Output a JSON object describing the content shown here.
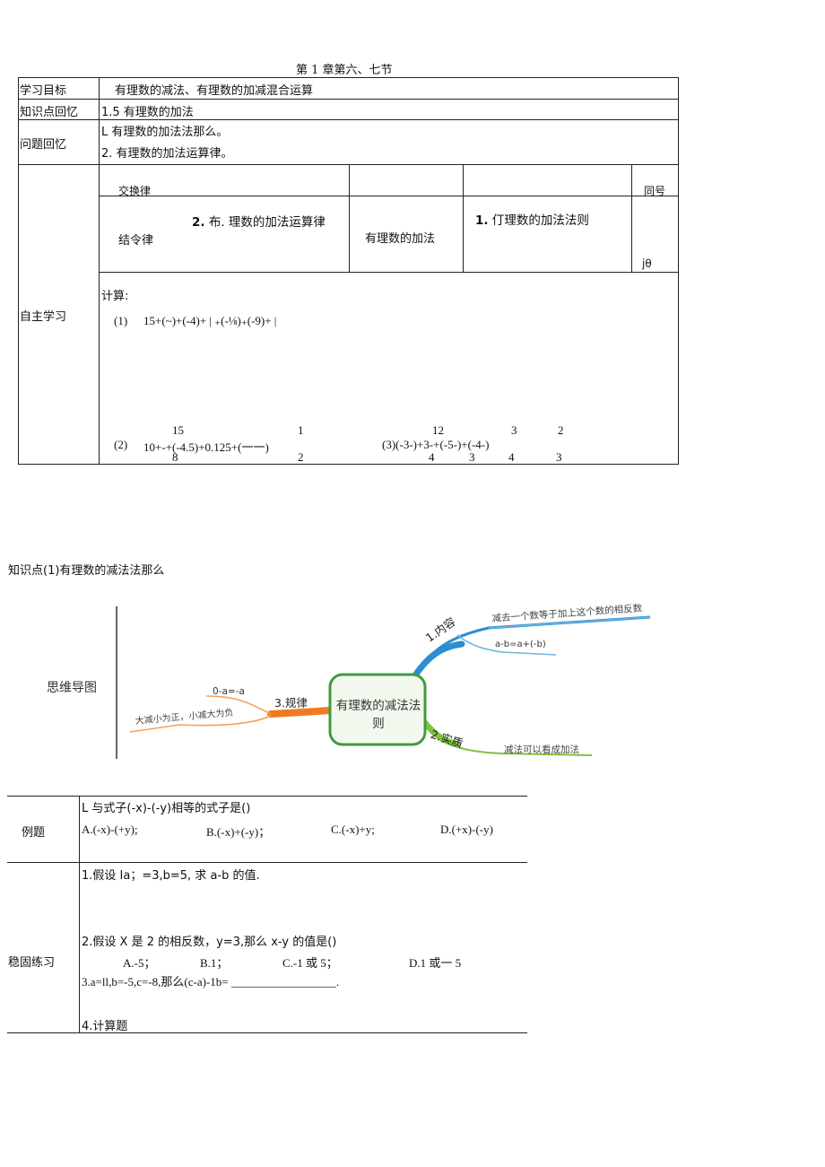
{
  "header": {
    "title": "第 1 章第六、七节"
  },
  "table1": {
    "goal_label": "学习目标",
    "goal_value": "有理数的减法、有理数的加减混合运算",
    "knowledge_label": "知识点回忆",
    "knowledge_value": "1.5 有理数的加法",
    "question_label": "问题回忆",
    "question_items": [
      "L 有理数的加法法那么。",
      "2. 有理数的加法运算律。"
    ],
    "self_label": "自主学习",
    "inner": {
      "commutative": "交换律",
      "same_sign": "同号",
      "law_title_num": "2.",
      "law_title": "布. 理数的加法运算律",
      "associative": "结令律",
      "addition": "有理数的加法",
      "rule_num": "1.",
      "rule_title": "仃理数的加法法则",
      "jtheta": "jθ"
    },
    "calc_label": "计算:",
    "calc1_num": "(1)",
    "calc1": "15+(~)+(-4)+ | ₊(-⅛)₊(-9)+ |",
    "calc2_num": "(2)",
    "calc2_top": "15",
    "calc2_main": "10+-+(-4.5)+0.125+(一一)",
    "calc2_bot": "8",
    "calc2_frac_top": "1",
    "calc2_frac_bot": "2",
    "calc3_top1": "12",
    "calc3_top2": "3",
    "calc3_top3": "2",
    "calc3_main": "(3)(-3-)+3-+(-5-)+(-4-)",
    "calc3_bot1": "4",
    "calc3_bot2": "3",
    "calc3_bot3": "4",
    "calc3_bot4": "3"
  },
  "section2": {
    "title": "知识点(1)有理数的减法法那么"
  },
  "mindmap": {
    "label": "思维导图",
    "center": "有理数的减法法则",
    "branch1": "1.内容",
    "branch1_a": "减去一个数等于加上这个数的相反数",
    "branch1_b": "a-b=a+(-b)",
    "branch2": "2.实质",
    "branch2_a": "减法可以看成加法",
    "branch3": "3.规律",
    "branch3_a": "0-a=-a",
    "branch3_b": "大减小为正，小减大为负",
    "colors": {
      "blue": "#2a8fd0",
      "green": "#7fc241",
      "orange": "#f07a22",
      "center_border": "#3f9b3f",
      "center_fill": "#f3f8ee"
    }
  },
  "table2": {
    "example_label": "例题",
    "example_q": "L 与式子(-x)-(-y)相等的式子是()",
    "example_options": [
      "A.(-x)-(+y);",
      "B.(-x)+(-y)；",
      "C.(-x)+y;",
      "D.(+x)-(-y)"
    ],
    "practice_label": "稳固练习",
    "p1": "1.假设 Ia；=3,b=5, 求 a-b 的值.",
    "p2": "2.假设 X 是 2 的相反数，y=3,那么 x-y 的值是()",
    "p2_options": [
      "A.-5；",
      "B.1；",
      "C.-1 或 5；",
      "D.1 或一 5"
    ],
    "p3": "3.a=ll,b=-5,c=-8,那么(c-a)-1b= __________________.",
    "p4": "4.计算题"
  }
}
